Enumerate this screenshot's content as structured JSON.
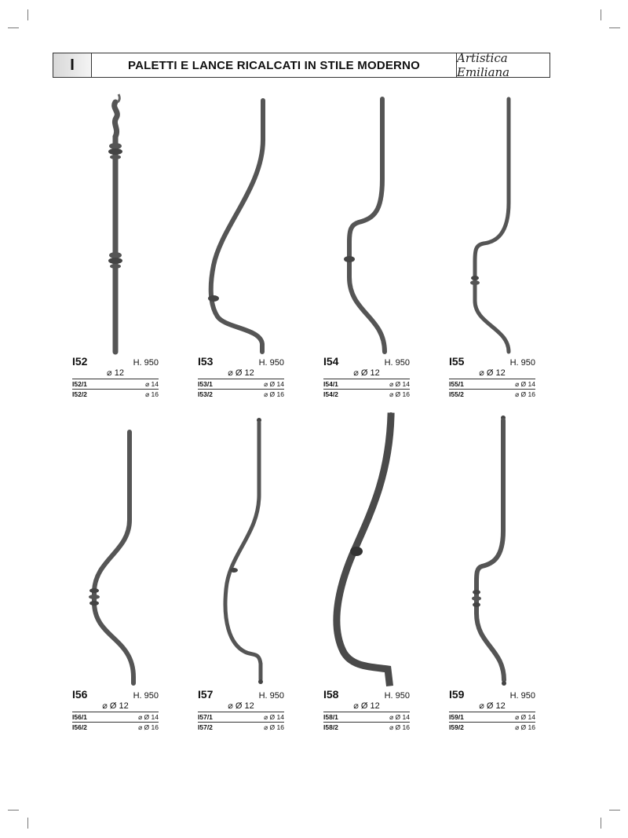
{
  "header": {
    "section_letter": "I",
    "title": "PALETTI E LANCE RICALCATI IN STILE MODERNO",
    "brand": "Artistica Emiliana"
  },
  "icons": {
    "diameter_symbol": "diameter-icon",
    "square_symbol": "square-section-icon"
  },
  "products": [
    {
      "code": "I52",
      "height": "H. 950",
      "main": "⌀ 12",
      "variants": [
        {
          "code": "I52/1",
          "size": "⌀ 14"
        },
        {
          "code": "I52/2",
          "size": "⌀ 16"
        }
      ]
    },
    {
      "code": "I53",
      "height": "H. 950",
      "main": "⌀ Ø 12",
      "variants": [
        {
          "code": "I53/1",
          "size": "⌀ Ø 14"
        },
        {
          "code": "I53/2",
          "size": "⌀ Ø 16"
        }
      ]
    },
    {
      "code": "I54",
      "height": "H. 950",
      "main": "⌀ Ø 12",
      "variants": [
        {
          "code": "I54/1",
          "size": "⌀ Ø 14"
        },
        {
          "code": "I54/2",
          "size": "⌀ Ø 16"
        }
      ]
    },
    {
      "code": "I55",
      "height": "H. 950",
      "main": "⌀ Ø 12",
      "variants": [
        {
          "code": "I55/1",
          "size": "⌀ Ø 14"
        },
        {
          "code": "I55/2",
          "size": "⌀ Ø 16"
        }
      ]
    },
    {
      "code": "I56",
      "height": "H. 950",
      "main": "⌀ Ø 12",
      "variants": [
        {
          "code": "I56/1",
          "size": "⌀ Ø 14"
        },
        {
          "code": "I56/2",
          "size": "⌀ Ø 16"
        }
      ]
    },
    {
      "code": "I57",
      "height": "H. 950",
      "main": "⌀ Ø 12",
      "variants": [
        {
          "code": "I57/1",
          "size": "⌀ Ø 14"
        },
        {
          "code": "I57/2",
          "size": "⌀ Ø 16"
        }
      ]
    },
    {
      "code": "I58",
      "height": "H. 950",
      "main": "⌀ Ø 12",
      "variants": [
        {
          "code": "I58/1",
          "size": "⌀ Ø 14"
        },
        {
          "code": "I58/2",
          "size": "⌀ Ø 16"
        }
      ]
    },
    {
      "code": "I59",
      "height": "H. 950",
      "main": "⌀ Ø 12",
      "variants": [
        {
          "code": "I59/1",
          "size": "⌀ Ø 14"
        },
        {
          "code": "I59/2",
          "size": "⌀ Ø 16"
        }
      ]
    }
  ]
}
